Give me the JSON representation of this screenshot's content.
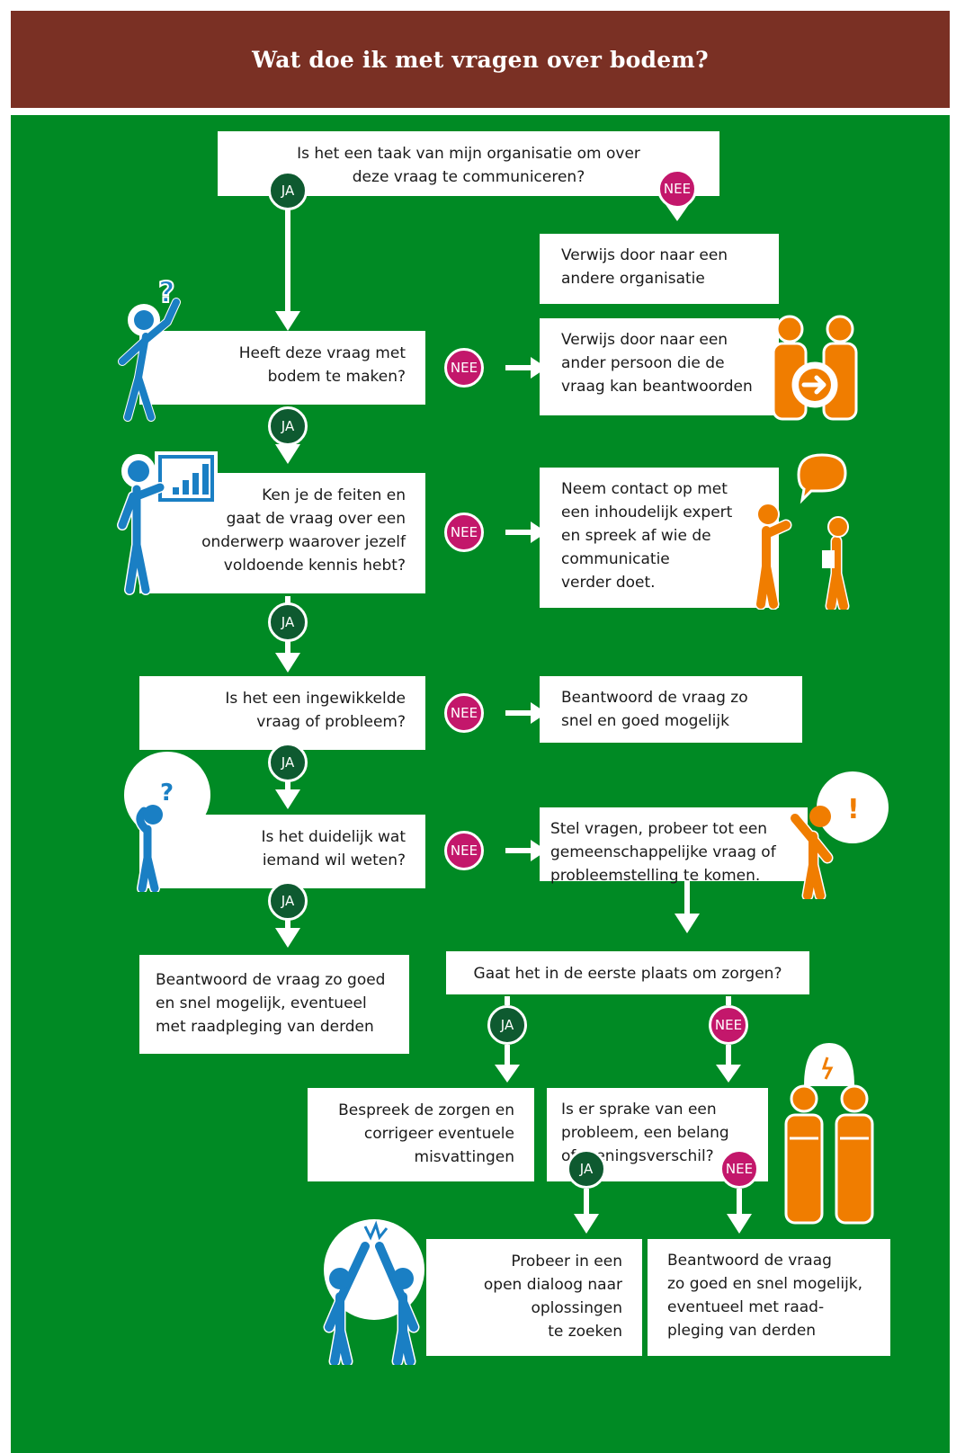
{
  "header": {
    "title": "Wat doe ik met vragen over bodem?"
  },
  "labels": {
    "ja": "JA",
    "nee": "NEE"
  },
  "colors": {
    "header": "#7a3024",
    "background": "#008a24",
    "ja": "#0e5a30",
    "nee": "#c3176b",
    "figure_blue": "#1a7fc4",
    "figure_orange": "#f07d00"
  },
  "nodes": {
    "q1": "Is het een taak van mijn organisatie om over\ndeze vraag te communiceren?",
    "r1": "Verwijs door naar een\nandere organisatie",
    "q2": "Heeft deze vraag met\nbodem te maken?",
    "r2": "Verwijs door naar een\nander persoon die de\nvraag kan beantwoorden",
    "q3": "Ken je de feiten en\ngaat de vraag over een\nonderwerp waarover jezelf\nvoldoende kennis hebt?",
    "r3": "Neem contact op met\neen inhoudelijk expert\nen spreek af wie de\ncommunicatie\nverder doet.",
    "q4": "Is het een ingewikkelde\nvraag of probleem?",
    "r4": "Beantwoord de vraag zo\nsnel en goed mogelijk",
    "q5": "Is het duidelijk wat\niemand wil weten?",
    "r5": "Stel vragen, probeer tot een\ngemeenschappelijke vraag of\nprobleemstelling te komen.",
    "r6": "Beantwoord de vraag zo goed\nen snel mogelijk, eventueel\nmet raadpleging van derden",
    "q6": "Gaat het in de eerste plaats om zorgen?",
    "r7": "Bespreek de zorgen en\ncorrigeer eventuele\nmisvattingen",
    "q7": "Is er sprake van een\nprobleem, een belang\nof meningsverschil?",
    "r8": "Probeer in een\nopen dialoog naar\noplossingen\nte zoeken",
    "r9": "Beantwoord de vraag\nzo goed en snel mogelijk,\neventueel met raad-\npleging van derden"
  },
  "icons": {
    "thinking_person": "thinking-person-icon",
    "forward_people": "forward-people-icon",
    "presenter": "presenter-chart-icon",
    "talking_people": "talking-people-icon",
    "confused_person": "confused-person-icon",
    "idea_person": "idea-person-icon",
    "angry_people": "angry-people-icon",
    "high_five": "high-five-icon"
  }
}
